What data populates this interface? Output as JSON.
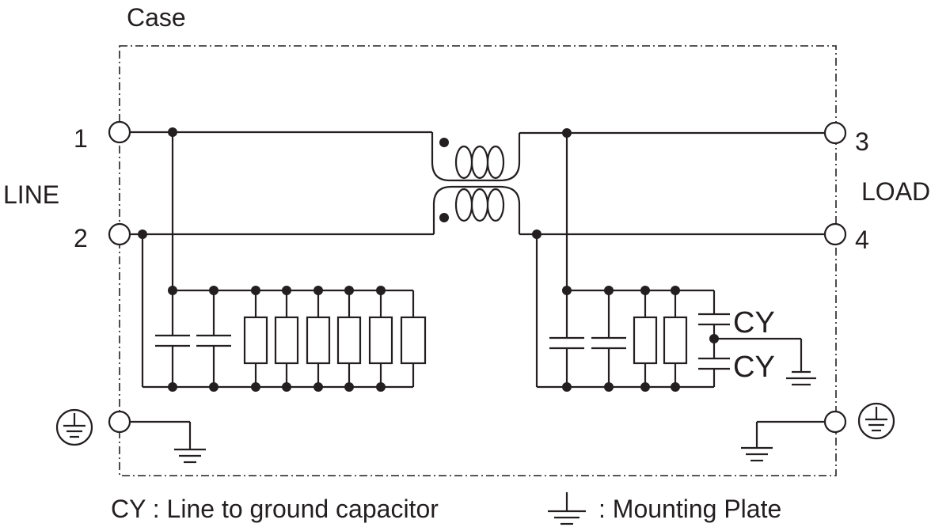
{
  "labels": {
    "case": "Case",
    "line": "LINE",
    "load": "LOAD",
    "t1": "1",
    "t2": "2",
    "t3": "3",
    "t4": "4",
    "cy1": "CY",
    "cy2": "CY"
  },
  "legend": {
    "cy_text": "CY : Line to ground capacitor",
    "mounting_text": ": Mounting Plate"
  },
  "colors": {
    "ink": "#231f20",
    "background": "#ffffff"
  },
  "icons": [
    "protective-earth-icon",
    "ground-icon",
    "common-mode-choke-icon",
    "capacitor-icon",
    "resistor-icon"
  ]
}
